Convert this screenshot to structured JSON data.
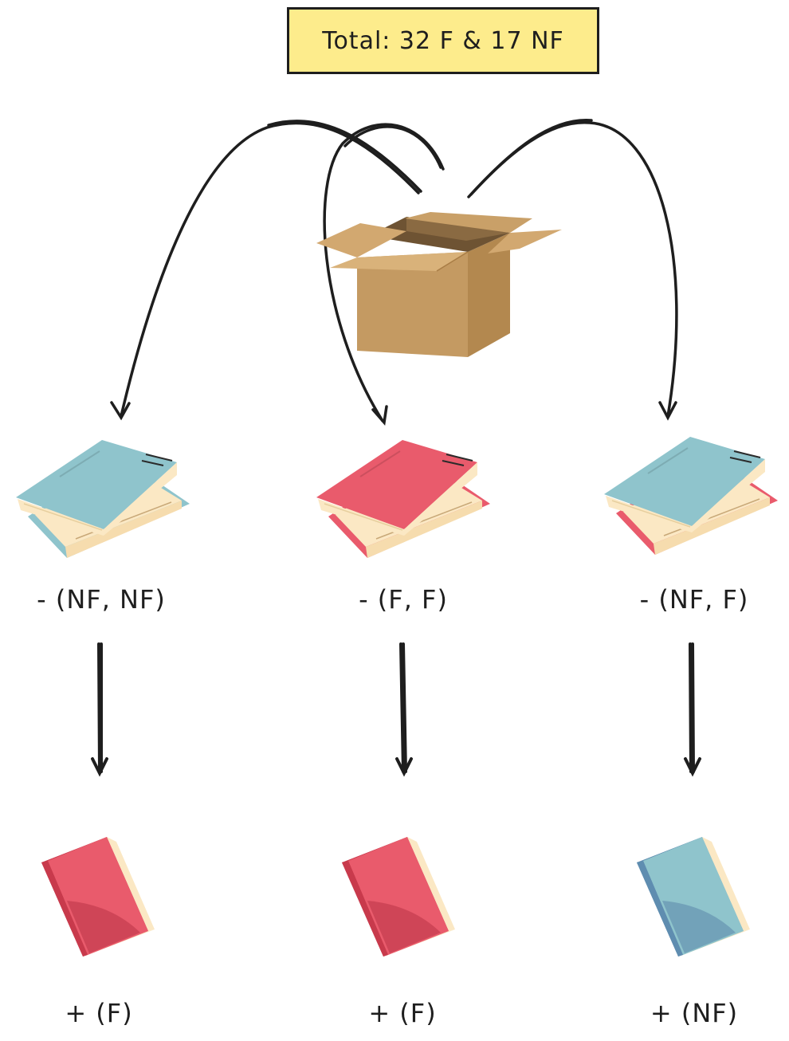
{
  "title": "Total: 32 F & 17 NF",
  "colors": {
    "fiction": "#e95b6c",
    "fiction_dark": "#c83a4c",
    "nonfiction": "#8fc4cc",
    "nonfiction_dark": "#5f8db0",
    "pages": "#fbe8c4",
    "box": "#c49a62",
    "title_bg": "#fdec8c",
    "ink": "#1e1e1e"
  },
  "icons": [
    "box-icon",
    "book-stack-icon",
    "book-icon"
  ],
  "branches": [
    {
      "removed_label": "- (NF, NF)",
      "stack": [
        "nonfiction",
        "nonfiction"
      ],
      "added_label": "+ (F)",
      "added": "fiction"
    },
    {
      "removed_label": "- (F, F)",
      "stack": [
        "fiction",
        "fiction"
      ],
      "added_label": "+ (F)",
      "added": "fiction"
    },
    {
      "removed_label": "- (NF, F)",
      "stack": [
        "fiction",
        "nonfiction"
      ],
      "added_label": "+ (NF)",
      "added": "nonfiction"
    }
  ]
}
